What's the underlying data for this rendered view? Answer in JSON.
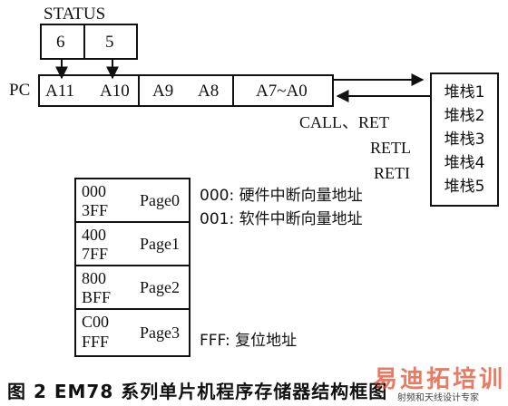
{
  "status": {
    "title": "STATUS",
    "bits": [
      "6",
      "5"
    ]
  },
  "pc": {
    "label": "PC",
    "fields": [
      "A11",
      "A10",
      "A9",
      "A8",
      "A7~A0"
    ]
  },
  "stack": {
    "items": [
      "堆栈1",
      "堆栈2",
      "堆栈3",
      "堆栈4",
      "堆栈5"
    ]
  },
  "instructions": [
    "CALL、RET",
    "RETL",
    "RETI"
  ],
  "memory": {
    "pages": [
      {
        "start": "000",
        "end": "3FF",
        "name": "Page0"
      },
      {
        "start": "400",
        "end": "7FF",
        "name": "Page1"
      },
      {
        "start": "800",
        "end": "BFF",
        "name": "Page2"
      },
      {
        "start": "C00",
        "end": "FFF",
        "name": "Page3"
      }
    ]
  },
  "notes": {
    "hw_interrupt": "000: 硬件中断向量地址",
    "sw_interrupt": "001: 软件中断向量地址",
    "reset": "FFF: 复位地址"
  },
  "caption": "图 2   EM78 系列单片机程序存储器结构框图",
  "watermark": {
    "main": "易迪拓培训",
    "sub": "射频和天线设计专家"
  }
}
